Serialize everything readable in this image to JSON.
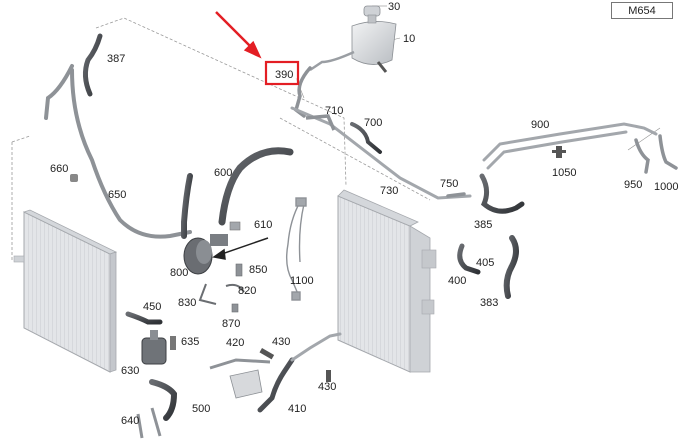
{
  "diagram": {
    "code": "M654",
    "parts": {
      "p30": "30",
      "p10": "10",
      "p390": "390",
      "p387": "387",
      "p710": "710",
      "p700": "700",
      "p900": "900",
      "p660": "660",
      "p650": "650",
      "p600": "600",
      "p610": "610",
      "p1050": "1050",
      "p730": "730",
      "p750": "750",
      "p950": "950",
      "p1000": "1000",
      "p385": "385",
      "p800": "800",
      "p850": "850",
      "p820": "820",
      "p1100": "1100",
      "p405": "405",
      "p400": "400",
      "p383": "383",
      "p450": "450",
      "p830": "830",
      "p870": "870",
      "p635": "635",
      "p420": "420",
      "p430a": "430",
      "p630": "630",
      "p430b": "430",
      "p500": "500",
      "p410": "410",
      "p640": "640"
    },
    "highlight_part": "390",
    "arrow_color": "#e31e24",
    "highlight_color": "#e31e24"
  }
}
